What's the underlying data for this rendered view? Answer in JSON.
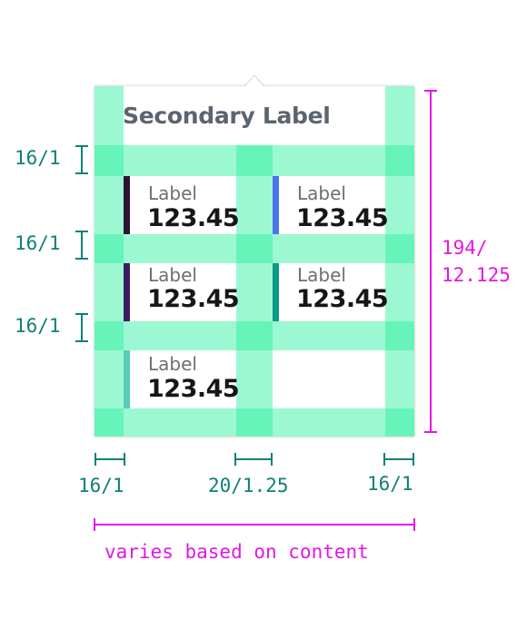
{
  "tooltip": {
    "secondary_label": "Secondary Label",
    "items": [
      {
        "label": "Label",
        "value": "123.45",
        "color": "#2b1533"
      },
      {
        "label": "Label",
        "value": "123.45",
        "color": "#4a74ea"
      },
      {
        "label": "Label",
        "value": "123.45",
        "color": "#3d1c66"
      },
      {
        "label": "Label",
        "value": "123.45",
        "color": "#0a9b85"
      },
      {
        "label": "Label",
        "value": "123.45",
        "color": "#57cdb9"
      }
    ]
  },
  "annotations": {
    "row_gap_1": "16/1",
    "row_gap_2": "16/1",
    "row_gap_3": "16/1",
    "height_line1": "194/",
    "height_line2": "12.125",
    "pad_left": "16/1",
    "col_gap": "20/1.25",
    "pad_right": "16/1",
    "width_note": "varies based on content"
  },
  "colors": {
    "spacing_overlay": "#2ef0a0",
    "annotation_teal": "#0f7f7a",
    "annotation_magenta": "#e317e6"
  }
}
